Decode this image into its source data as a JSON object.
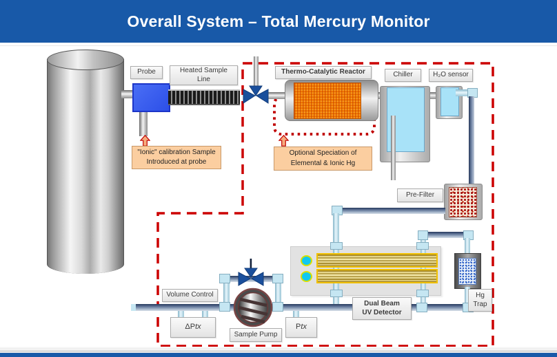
{
  "slide": {
    "title": "Overall System – Total Mercury Monitor"
  },
  "colors": {
    "header_bg": "#1859A8",
    "boundary_red": "#CC0000",
    "probe_blue": "#2C4FE8",
    "reactor_orange": "#F07800",
    "coolant_blue": "#A8E2F8",
    "valve_blue": "#1A4F9C",
    "note_peach": "#FBCEA0"
  },
  "labels": {
    "probe": "Probe",
    "heated_sample_line": "Heated Sample\nLine",
    "thermo_catalytic_reactor": "Thermo-Catalytic Reactor",
    "chiller": "Chiller",
    "h2o_sensor": "H₂O sensor",
    "pre_filter": "Pre-Filter",
    "dual_beam_uv_detector": "Dual Beam\nUV Detector",
    "hg_trap": "Hg\nTrap",
    "volume_control": "Volume Control",
    "sample_pump": "Sample Pump",
    "delta_p": "ΔP",
    "p": "P",
    "tx": "tx"
  },
  "annotations": {
    "ionic_calibration": "\"Ionic\" calibration Sample\nIntroduced at probe",
    "optional_speciation": "Optional Speciation of\nElemental & Ionic Hg"
  }
}
